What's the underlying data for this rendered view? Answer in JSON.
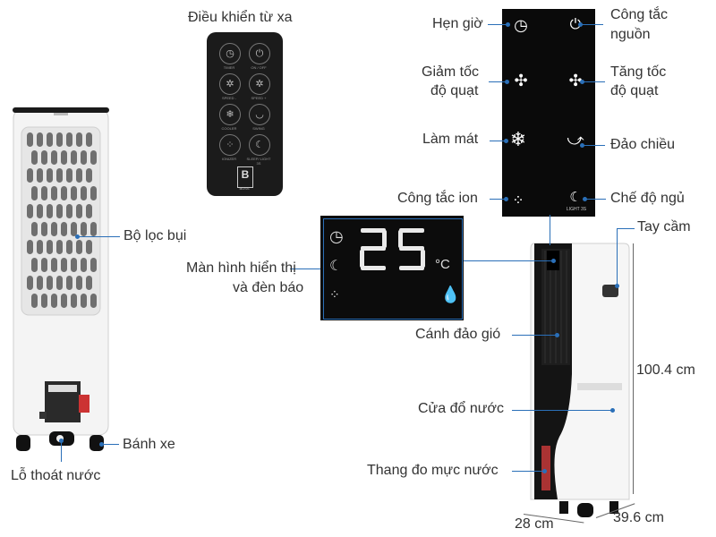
{
  "labels": {
    "remote": "Điều khiển từ xa",
    "timer": "Hẹn giờ",
    "power_line1": "Công tắc",
    "power_line2": "nguồn",
    "speed_down_line1": "Giảm tốc",
    "speed_down_line2": "độ quạt",
    "speed_up_line1": "Tăng tốc",
    "speed_up_line2": "độ quạt",
    "cooling": "Làm mát",
    "swing": "Đảo chiều",
    "ion": "Công tắc ion",
    "sleep": "Chế độ ngủ",
    "handle": "Tay cầm",
    "dust_filter": "Bộ lọc bụi",
    "display_line1": "Màn hình hiển thị",
    "display_line2": "và đèn báo",
    "louver": "Cánh đảo gió",
    "water_inlet": "Cửa đổ nước",
    "water_gauge": "Thang đo mực nước",
    "wheel": "Bánh xe",
    "drain": "Lỗ thoát nước"
  },
  "dimensions": {
    "height": "100.4 cm",
    "width": "28 cm",
    "depth": "39.6 cm"
  },
  "display": {
    "temperature": "25",
    "unit": "°C"
  },
  "panel": {
    "sleep_caption": "LIGHT 3S"
  },
  "remote_buttons": [
    "TIMER",
    "ON / OFF",
    "SPEED -",
    "SPEED +",
    "COOLER",
    "SWING",
    "IONIZER",
    "SLEEP/ LIGHT 3S"
  ],
  "remote_brand": "BOSS",
  "colors": {
    "leader_line": "#2a6fb8",
    "panel_bg": "#0a0a0a",
    "body": "#ffffff"
  }
}
